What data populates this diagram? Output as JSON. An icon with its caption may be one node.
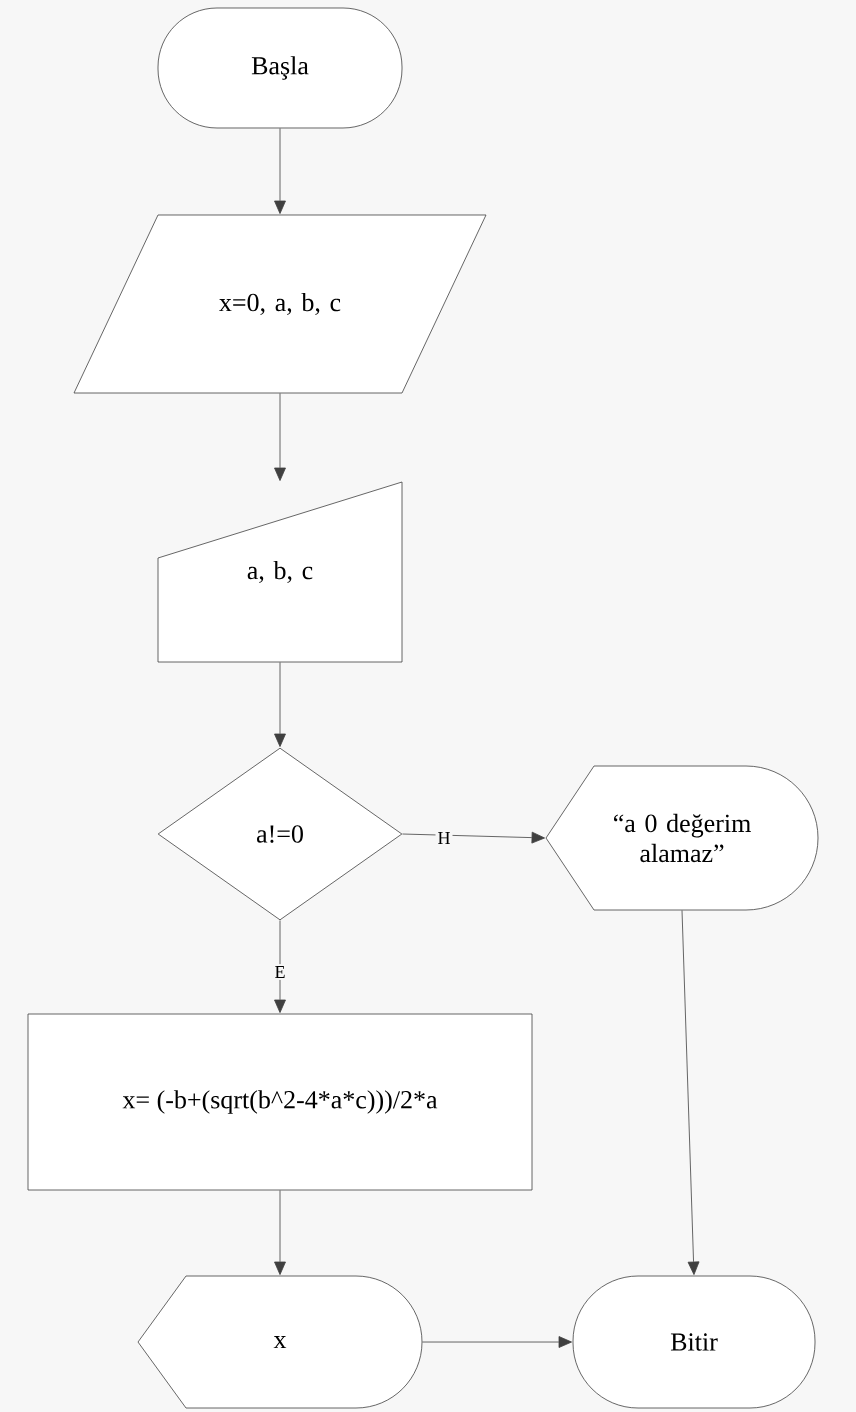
{
  "diagram": {
    "nodes": [
      {
        "text": [
          "Başla"
        ]
      },
      {
        "text": [
          "x=0, a, b, c"
        ]
      },
      {
        "text": [
          "a, b, c"
        ]
      },
      {
        "text": [
          "a!=0"
        ]
      },
      {
        "text": [
          "“a 0 değerim alamaz”"
        ]
      },
      {
        "text": [
          "x= (-b+(sqrt(b^2-4*a*c)))/2*a"
        ]
      },
      {
        "text": [
          "x"
        ]
      },
      {
        "text": [
          "Bitir"
        ]
      }
    ],
    "edges": [
      {
        "from": 0,
        "to": 1,
        "arrow": "to"
      },
      {
        "from": 1,
        "to": 2,
        "arrow": "to"
      },
      {
        "from": 2,
        "to": 3,
        "arrow": "to"
      },
      {
        "from": 3,
        "to": 4,
        "arrow": "to",
        "label": "H"
      },
      {
        "from": 3,
        "to": 5,
        "arrow": "to",
        "label": "E"
      },
      {
        "from": 5,
        "to": 6,
        "arrow": "to"
      },
      {
        "from": 4,
        "to": 7,
        "arrow": "to"
      },
      {
        "from": 6,
        "to": 7,
        "arrow": "to"
      }
    ]
  }
}
